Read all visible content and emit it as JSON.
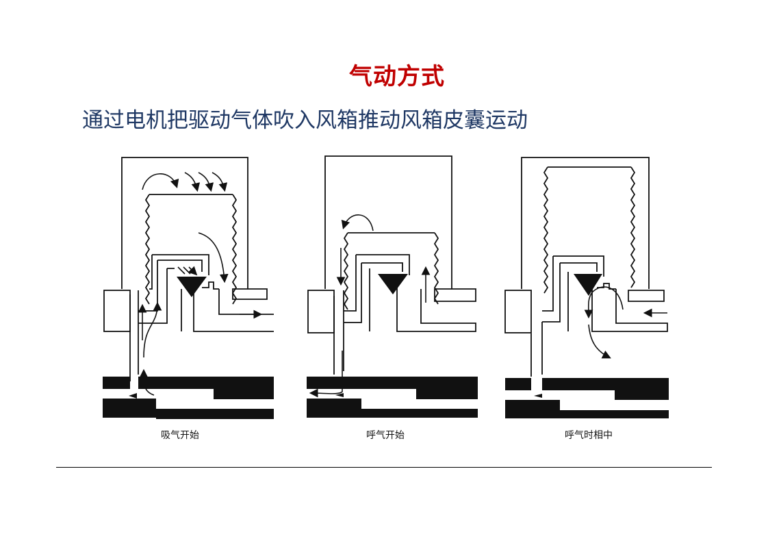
{
  "slide": {
    "title": "气动方式",
    "subtitle": "通过电机把驱动气体吹入风箱推动风箱皮囊运动",
    "colors": {
      "title": "#c00000",
      "subtitle": "#1f3864",
      "ink": "#111111"
    }
  },
  "diagrams": [
    {
      "caption": "吸气开始",
      "phase": "inhalation-start"
    },
    {
      "caption": "呼气开始",
      "phase": "exhalation-start"
    },
    {
      "caption": "呼气时相中",
      "phase": "mid-exhalation"
    }
  ]
}
